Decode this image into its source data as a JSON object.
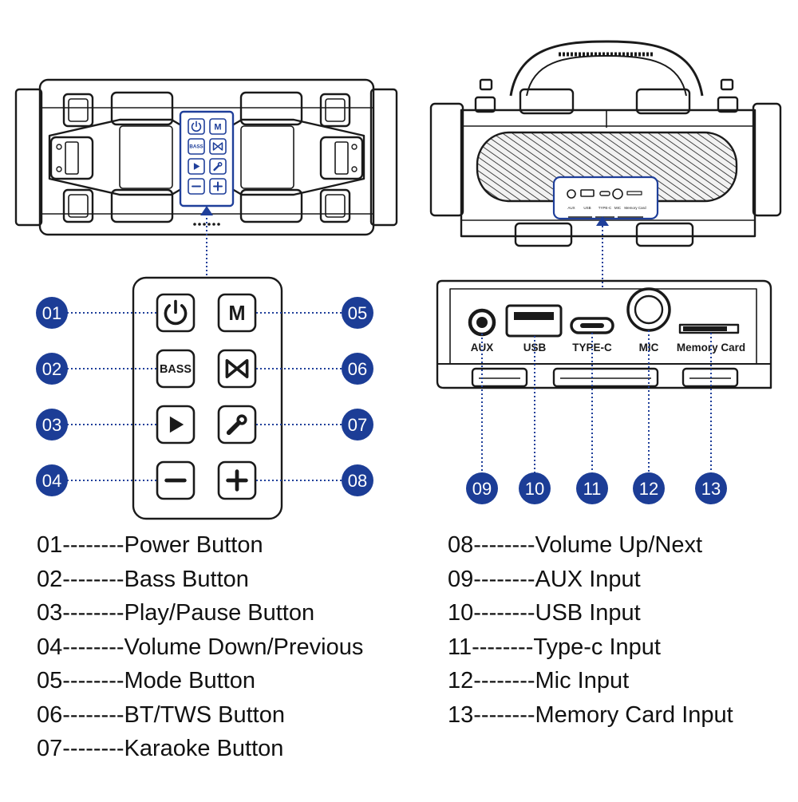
{
  "colors": {
    "outline": "#1a1a1a",
    "accent": "#1f3f9a",
    "badge": "#1c3d96",
    "badge_text": "#ffffff",
    "grille_fill": "#f2f2f2",
    "panel_fill": "#ffffff"
  },
  "top_view": {
    "mini_buttons": [
      {
        "icon": "power-icon"
      },
      {
        "icon": "mode-icon",
        "text": "M"
      },
      {
        "icon": "bass-icon",
        "text": "BASS"
      },
      {
        "icon": "bt-tws-icon"
      },
      {
        "icon": "play-icon"
      },
      {
        "icon": "mic-icon"
      },
      {
        "icon": "minus-icon"
      },
      {
        "icon": "plus-icon"
      }
    ]
  },
  "control_panel": {
    "buttons": [
      {
        "id": "01",
        "icon": "power-icon"
      },
      {
        "id": "05",
        "icon": "mode-icon",
        "text": "M"
      },
      {
        "id": "02",
        "icon": "bass-icon",
        "text": "BASS"
      },
      {
        "id": "06",
        "icon": "bt-tws-icon"
      },
      {
        "id": "03",
        "icon": "play-icon"
      },
      {
        "id": "07",
        "icon": "karaoke-mic-icon"
      },
      {
        "id": "04",
        "icon": "minus-icon"
      },
      {
        "id": "08",
        "icon": "plus-icon"
      }
    ]
  },
  "badges": {
    "left": [
      "01",
      "02",
      "03",
      "04"
    ],
    "right": [
      "05",
      "06",
      "07",
      "08"
    ],
    "ports": [
      "09",
      "10",
      "11",
      "12",
      "13"
    ]
  },
  "ports_panel": {
    "labels": [
      "AUX",
      "USB",
      "TYPE-C",
      "MIC",
      "Memory Card"
    ],
    "mini_labels": [
      "AUX",
      "USB",
      "TYPE-C",
      "MIC",
      "Memory Card"
    ]
  },
  "legend": {
    "left": [
      "01--------Power Button",
      "02--------Bass Button",
      "03--------Play/Pause Button",
      "04--------Volume Down/Previous",
      "05--------Mode Button",
      "06--------BT/TWS Button",
      "07--------Karaoke Button"
    ],
    "right": [
      "08--------Volume Up/Next",
      "09--------AUX Input",
      "10--------USB Input",
      "11--------Type-c Input",
      "12--------Mic Input",
      "13--------Memory Card Input"
    ]
  }
}
